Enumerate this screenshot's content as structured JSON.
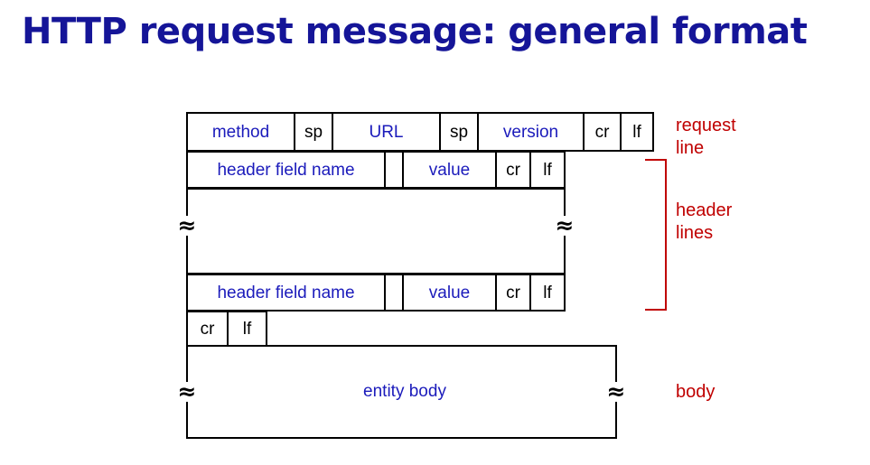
{
  "title": "HTTP request message: general format",
  "colors": {
    "title_blue": "#151598",
    "label_blue": "#1b1bbb",
    "annotation_red": "#c00000",
    "line_black": "#000000",
    "background": "#ffffff"
  },
  "diagram": {
    "request_line": {
      "cells": [
        {
          "label": "method",
          "color": "blue"
        },
        {
          "label": "sp",
          "color": "black"
        },
        {
          "label": "URL",
          "color": "blue"
        },
        {
          "label": "sp",
          "color": "black"
        },
        {
          "label": "version",
          "color": "blue"
        },
        {
          "label": "cr",
          "color": "black"
        },
        {
          "label": "lf",
          "color": "black"
        }
      ]
    },
    "header_line_first": {
      "cells": [
        {
          "label": "header field name",
          "color": "blue"
        },
        {
          "label": "",
          "color": "black"
        },
        {
          "label": "value",
          "color": "blue"
        },
        {
          "label": "cr",
          "color": "black"
        },
        {
          "label": "lf",
          "color": "black"
        }
      ]
    },
    "header_gap": {
      "break_glyph": "≈"
    },
    "header_line_last": {
      "cells": [
        {
          "label": "header field name",
          "color": "blue"
        },
        {
          "label": "",
          "color": "black"
        },
        {
          "label": "value",
          "color": "blue"
        },
        {
          "label": "cr",
          "color": "black"
        },
        {
          "label": "lf",
          "color": "black"
        }
      ]
    },
    "blank_line": {
      "cells": [
        {
          "label": "cr",
          "color": "black"
        },
        {
          "label": "lf",
          "color": "black"
        }
      ]
    },
    "entity_body": {
      "label": "entity body",
      "break_glyph": "≈"
    }
  },
  "annotations": {
    "request_line": "request\nline",
    "header_lines": "header\nlines",
    "body": "body"
  }
}
